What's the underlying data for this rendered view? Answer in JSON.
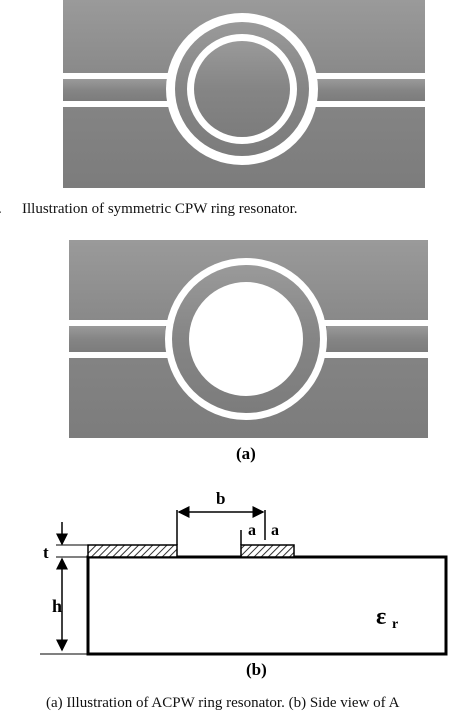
{
  "figure1": {
    "caption_number": ".",
    "caption": "Illustration of symmetric CPW ring resonator."
  },
  "figure2": {
    "panel_a_label": "(a)",
    "panel_b_label": "(b)",
    "dimension_labels": {
      "b": "b",
      "a_left": "a",
      "a_right": "a",
      "t": "t",
      "h": "h",
      "epsilon": "ε",
      "epsilon_subscript": "r"
    },
    "caption": "(a) Illustration of ACPW ring resonator. (b) Side view of A"
  },
  "colors": {
    "metal_gray": "#8a8a8a",
    "slot_white": "#ffffff",
    "hatch": "#333333"
  }
}
